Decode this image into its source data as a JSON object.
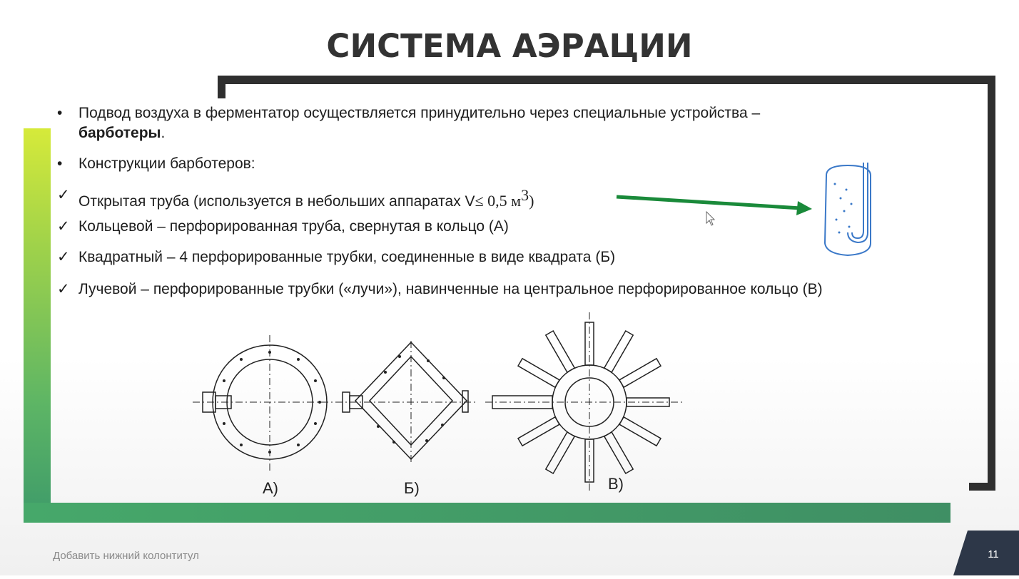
{
  "slide": {
    "title": "СИСТЕМА АЭРАЦИИ",
    "bullets": [
      {
        "marker": "•",
        "text": "Подвод воздуха в ферментатор осуществляется принудительно через специальные устройства –"
      },
      {
        "marker": "",
        "bold_text": "барботеры",
        "text": "."
      },
      {
        "marker": "•",
        "text": "Конструкции барботеров:"
      },
      {
        "marker": "✓",
        "text": "Открытая труба (используется в небольших аппаратах V",
        "formula": "≤ 0,5 м",
        "formula_sup": "3",
        "formula_end": ")"
      },
      {
        "marker": "✓",
        "text": "Кольцевой – перфорированная труба, свернутая в кольцо (А)"
      },
      {
        "marker": "✓",
        "text": "Квадратный – 4 перфорированные трубки, соединенные в виде квадрата (Б)"
      },
      {
        "marker": "✓",
        "text": "Лучевой – перфорированные трубки («лучи»), навинченные на центральное перфорированное кольцо (В)"
      }
    ],
    "captions": {
      "a": "А)",
      "b": "Б)",
      "c": "В)"
    },
    "footer": "Добавить нижний колонтитул",
    "page_number": "11"
  },
  "colors": {
    "title": "#333333",
    "frame_dark": "#2f2f2f",
    "accent_green": "#3f9a64",
    "arrow_green": "#1a8a3a",
    "vessel_blue": "#3a78c8",
    "page_badge": "#2d3748"
  },
  "icons": [
    "cursor-icon",
    "vessel-icon",
    "arrow-icon"
  ]
}
